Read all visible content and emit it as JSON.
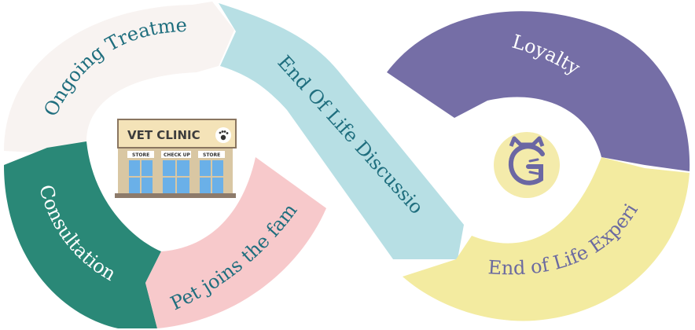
{
  "stages": [
    {
      "id": "pet-joins",
      "label": "Pet joins the family",
      "fill": "#f7c9cb",
      "text_color": "#1f6e7e"
    },
    {
      "id": "consultations",
      "label": "Consultations",
      "fill": "#2a8877",
      "text_color": "#ffffff"
    },
    {
      "id": "ongoing",
      "label": "Ongoing Treatment",
      "fill": "#f8f3f1",
      "text_color": "#1f6e7e"
    },
    {
      "id": "eol-discussions",
      "label": "End Of Life Discussions",
      "fill": "#b7dfe4",
      "text_color": "#1f6e7e"
    },
    {
      "id": "eol-experience",
      "label": "End of Life  Experience",
      "fill": "#f3eba0",
      "text_color": "#6b6aa0"
    },
    {
      "id": "loyalty",
      "label": "Loyalty",
      "fill": "#756ea6",
      "text_color": "#ffffff"
    }
  ],
  "clinic": {
    "sign": "VET CLINIC",
    "doors": [
      "STORE",
      "CHECK UP",
      "STORE"
    ],
    "paw_icon": "paw-icon"
  },
  "logo": {
    "icon": "cat-g-logo-icon",
    "bg": "#f4ebab",
    "fg": "#6b67a3"
  }
}
